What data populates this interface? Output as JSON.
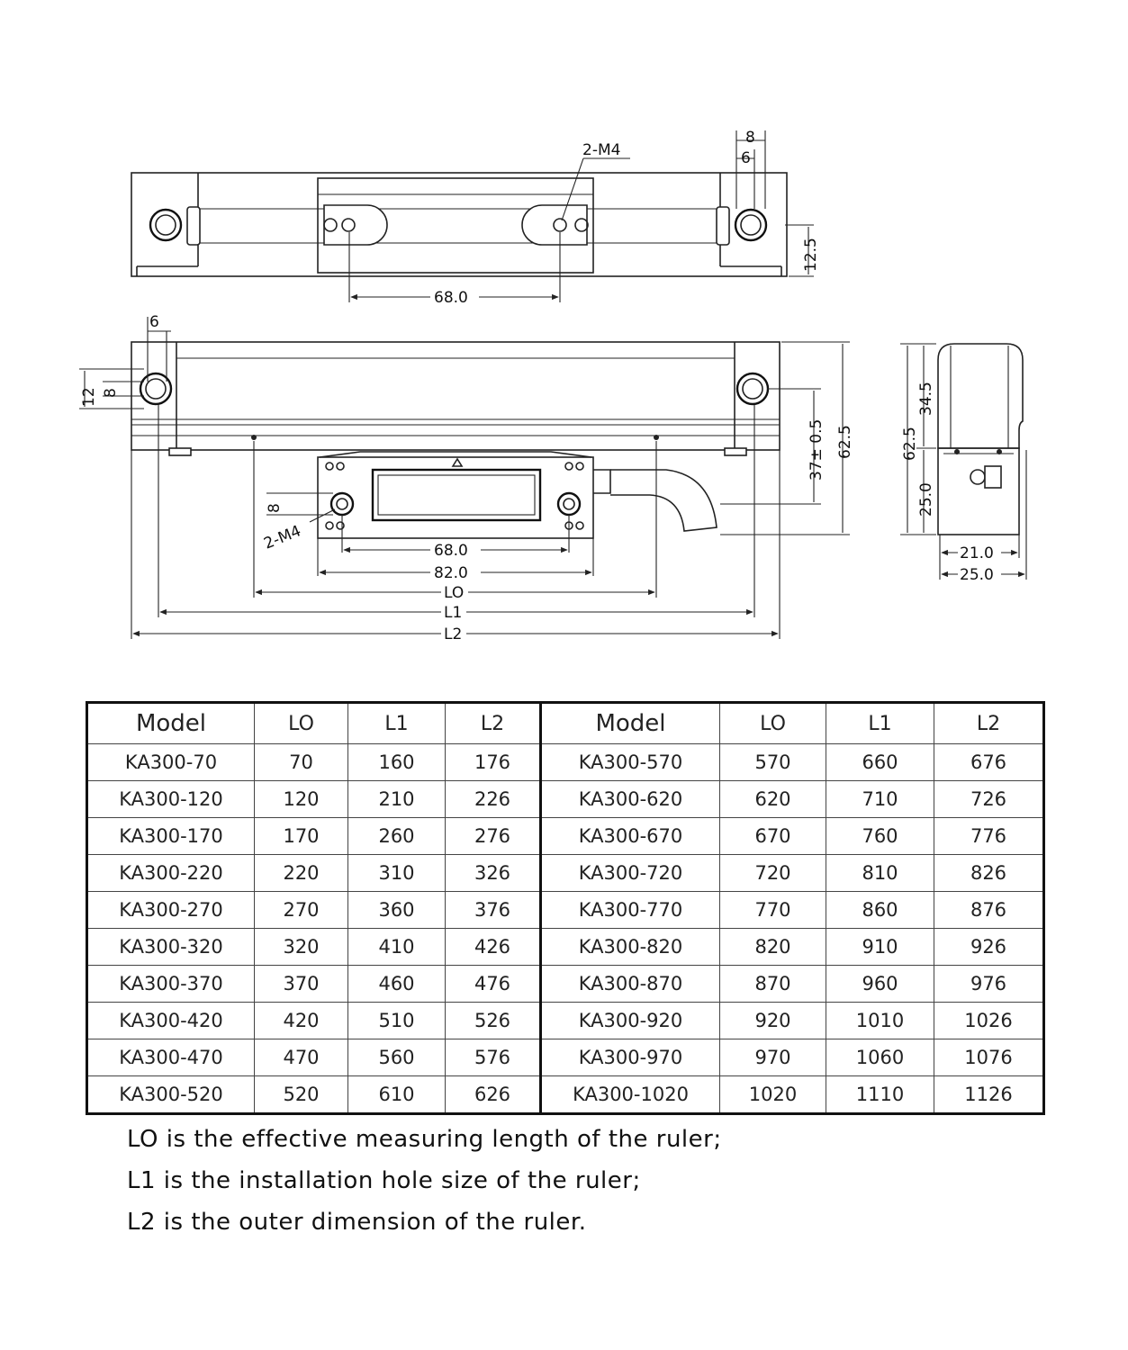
{
  "drawing": {
    "labels": {
      "top_tap": "2-M4",
      "top_w8": "8",
      "top_w6": "6",
      "top_h125": "12.5",
      "top_span68": "68.0",
      "front_6": "6",
      "front_12": "12",
      "front_8": "8",
      "front_tap": "2-M4",
      "front_8b": "8",
      "front_68": "68.0",
      "front_82": "82.0",
      "front_L0": "LO",
      "front_L1": "L1",
      "front_L2": "L2",
      "front_37": "37± 0.5",
      "front_625": "62.5",
      "side_625": "62.5",
      "side_345": "34.5",
      "side_250v": "25.0",
      "side_21": "21.0",
      "side_25": "25.0"
    }
  },
  "table": {
    "headers": [
      "Model",
      "LO",
      "L1",
      "L2",
      "Model",
      "LO",
      "L1",
      "L2"
    ],
    "rows": [
      [
        "KA300-70",
        "70",
        "160",
        "176",
        "KA300-570",
        "570",
        "660",
        "676"
      ],
      [
        "KA300-120",
        "120",
        "210",
        "226",
        "KA300-620",
        "620",
        "710",
        "726"
      ],
      [
        "KA300-170",
        "170",
        "260",
        "276",
        "KA300-670",
        "670",
        "760",
        "776"
      ],
      [
        "KA300-220",
        "220",
        "310",
        "326",
        "KA300-720",
        "720",
        "810",
        "826"
      ],
      [
        "KA300-270",
        "270",
        "360",
        "376",
        "KA300-770",
        "770",
        "860",
        "876"
      ],
      [
        "KA300-320",
        "320",
        "410",
        "426",
        "KA300-820",
        "820",
        "910",
        "926"
      ],
      [
        "KA300-370",
        "370",
        "460",
        "476",
        "KA300-870",
        "870",
        "960",
        "976"
      ],
      [
        "KA300-420",
        "420",
        "510",
        "526",
        "KA300-920",
        "920",
        "1010",
        "1026"
      ],
      [
        "KA300-470",
        "470",
        "560",
        "576",
        "KA300-970",
        "970",
        "1060",
        "1076"
      ],
      [
        "KA300-520",
        "520",
        "610",
        "626",
        "KA300-1020",
        "1020",
        "1110",
        "1126"
      ]
    ]
  },
  "notes": [
    "LO is the effective measuring length of the ruler;",
    "L1 is the installation hole size of the ruler;",
    "L2 is the outer dimension of the ruler."
  ]
}
